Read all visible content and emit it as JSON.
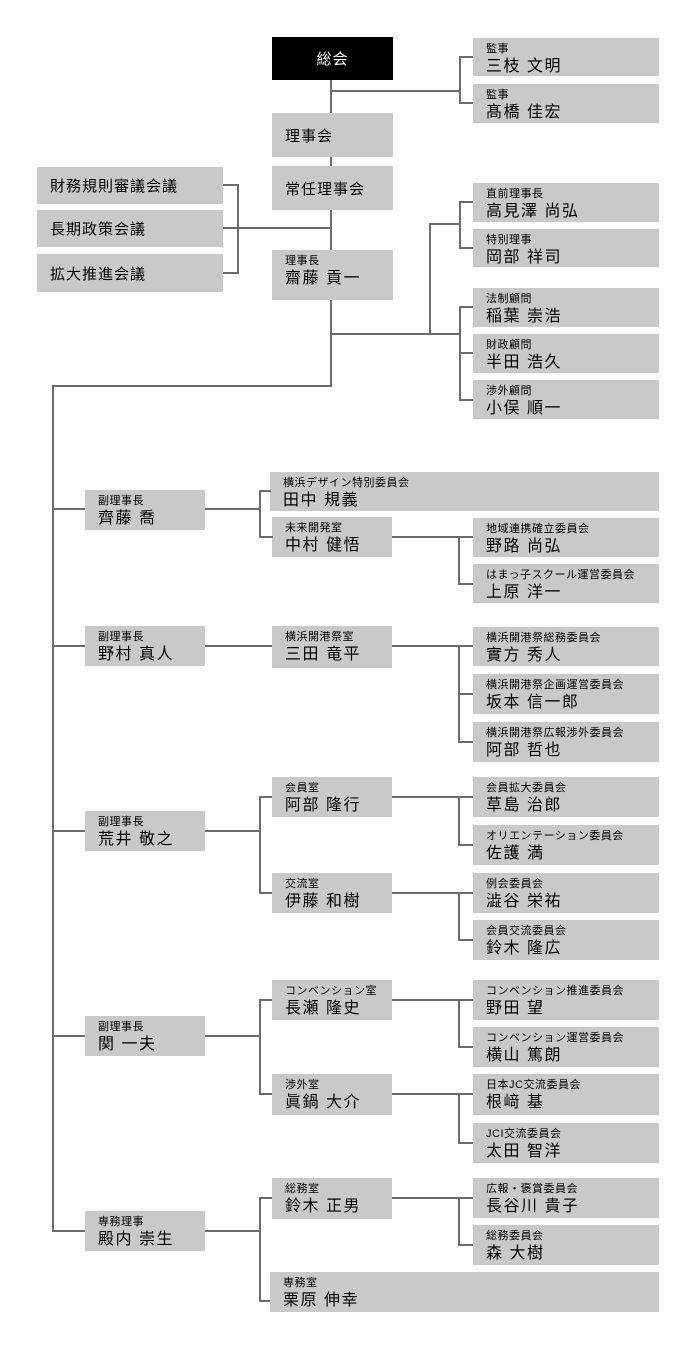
{
  "chart": {
    "assembly": "総会",
    "board": "理事会",
    "standing_board": "常任理事会",
    "auditors": [
      {
        "title": "監事",
        "name": "三枝 文明"
      },
      {
        "title": "監事",
        "name": "髙橋 佳宏"
      }
    ],
    "councils": [
      "財務規則審議会議",
      "長期政策会議",
      "拡大推進会議"
    ],
    "president": {
      "title": "理事長",
      "name": "齋藤 貢一"
    },
    "advisors": [
      {
        "title": "直前理事長",
        "name": "高見澤 尚弘"
      },
      {
        "title": "特別理事",
        "name": "岡部 祥司"
      },
      {
        "title": "法制顧問",
        "name": "稲葉 崇浩"
      },
      {
        "title": "財政顧問",
        "name": "半田 浩久"
      },
      {
        "title": "渉外顧問",
        "name": "小俣 順一"
      }
    ],
    "vps": [
      {
        "title": "副理事長",
        "name": "齊藤 喬"
      },
      {
        "title": "副理事長",
        "name": "野村 真人"
      },
      {
        "title": "副理事長",
        "name": "荒井 敬之"
      },
      {
        "title": "副理事長",
        "name": "関 一夫"
      },
      {
        "title": "専務理事",
        "name": "殿内 崇生"
      }
    ],
    "rooms": [
      {
        "title": "横浜デザイン特別委員会",
        "name": "田中 規義"
      },
      {
        "title": "未来開発室",
        "name": "中村 健悟"
      },
      {
        "title": "横浜開港祭室",
        "name": "三田 竜平"
      },
      {
        "title": "会員室",
        "name": "阿部 隆行"
      },
      {
        "title": "交流室",
        "name": "伊藤 和樹"
      },
      {
        "title": "コンベンション室",
        "name": "長瀬 隆史"
      },
      {
        "title": "渉外室",
        "name": "眞鍋 大介"
      },
      {
        "title": "総務室",
        "name": "鈴木 正男"
      },
      {
        "title": "専務室",
        "name": "栗原 伸幸"
      }
    ],
    "committees": [
      {
        "title": "地域連携確立委員会",
        "name": "野路 尚弘"
      },
      {
        "title": "はまっ子スクール運営委員会",
        "name": "上原 洋一"
      },
      {
        "title": "横浜開港祭総務委員会",
        "name": "實方 秀人"
      },
      {
        "title": "横浜開港祭企画運営委員会",
        "name": "坂本 信一郎"
      },
      {
        "title": "横浜開港祭広報渉外委員会",
        "name": "阿部 哲也"
      },
      {
        "title": "会員拡大委員会",
        "name": "草島 治郎"
      },
      {
        "title": "オリエンテーション委員会",
        "name": "佐護 満"
      },
      {
        "title": "例会委員会",
        "name": "澁谷 栄祐"
      },
      {
        "title": "会員交流委員会",
        "name": "鈴木 隆広"
      },
      {
        "title": "コンベンション推進委員会",
        "name": "野田 望"
      },
      {
        "title": "コンベンション運営委員会",
        "name": "横山 篤朗"
      },
      {
        "title": "日本JC交流委員会",
        "name": "根﨑 基"
      },
      {
        "title": "JCI交流委員会",
        "name": "太田 智洋"
      },
      {
        "title": "広報・褒賞委員会",
        "name": "長谷川 貴子"
      },
      {
        "title": "総務委員会",
        "name": "森 大樹"
      }
    ],
    "colors": {
      "box_fill": "#c9c9c9",
      "assembly_fill": "#000000",
      "assembly_text": "#ffffff",
      "line": "#6b6b6b",
      "text": "#000000",
      "background": "#ffffff"
    }
  }
}
